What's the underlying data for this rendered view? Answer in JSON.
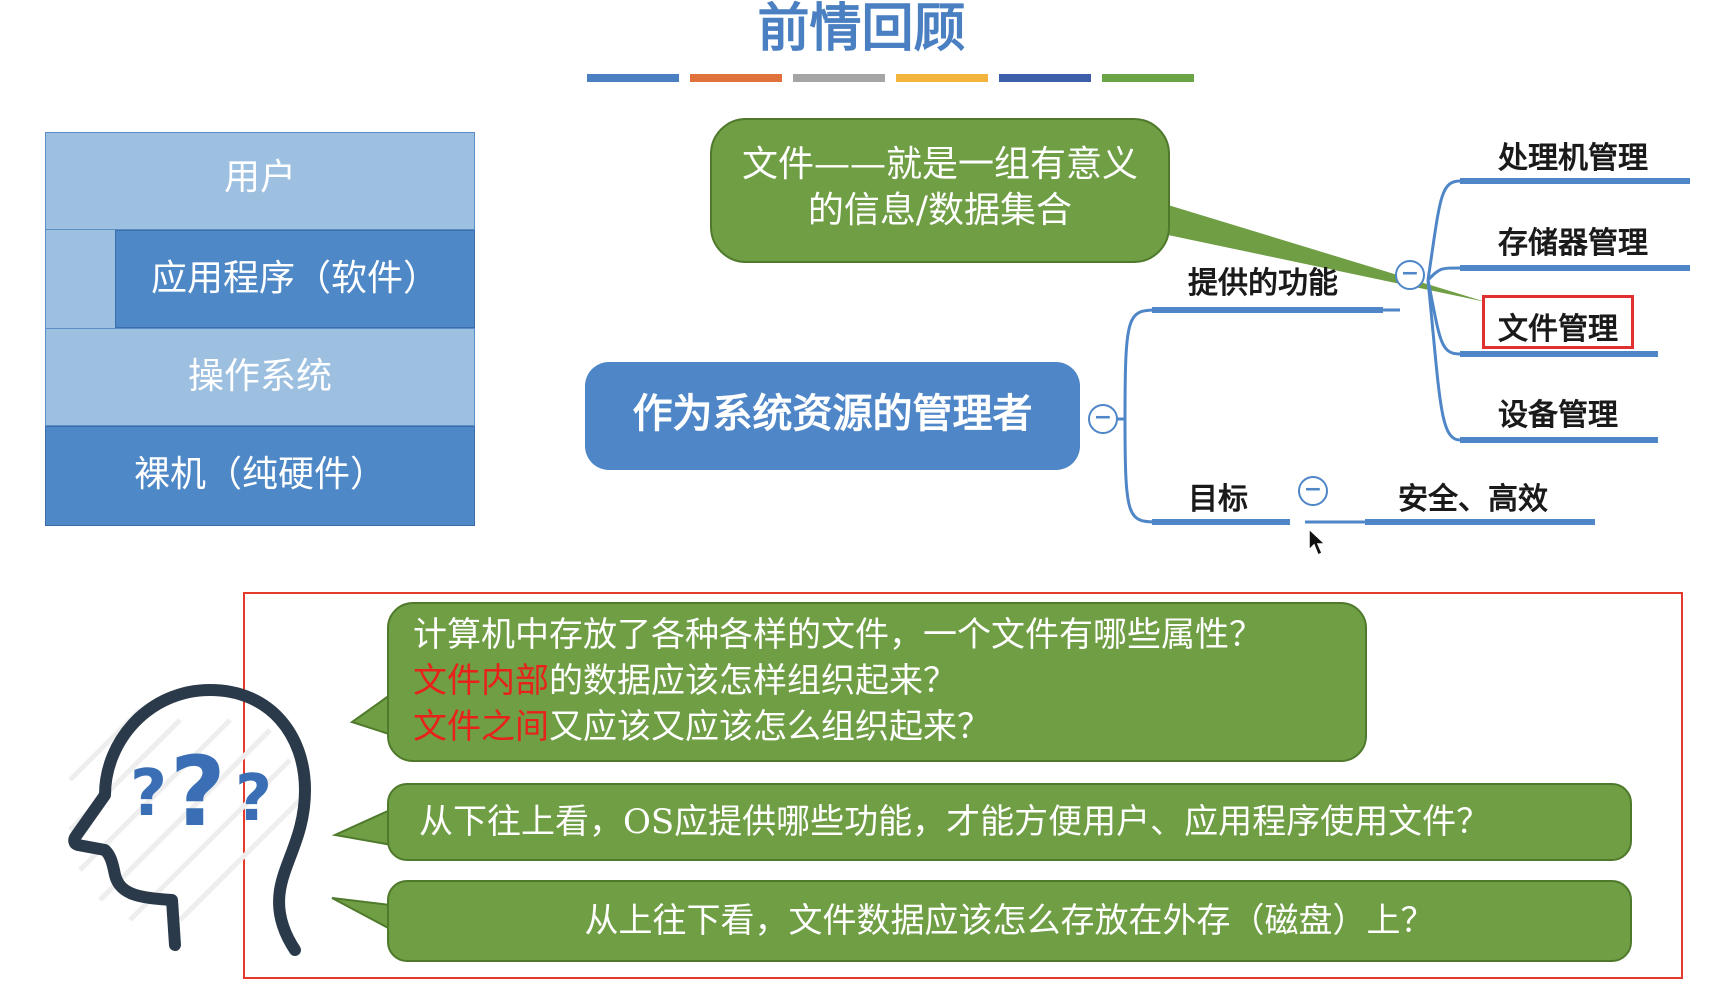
{
  "title": "前情回顾",
  "title_bar_colors": [
    "#4a7fc1",
    "#e0733c",
    "#a5a5a5",
    "#f2b43c",
    "#3d5ea8",
    "#6aa445"
  ],
  "os_layers": {
    "user": "用户",
    "app": "应用程序（软件）",
    "os": "操作系统",
    "hardware": "裸机（纯硬件）"
  },
  "mind_map": {
    "central": "作为系统资源的管理者",
    "callout": [
      "文件——就是一组有意义",
      "的信息/数据集合"
    ],
    "branch_functions": "提供的功能",
    "functions": [
      "处理机管理",
      "存储器管理",
      "文件管理",
      "设备管理"
    ],
    "highlighted_function": "文件管理",
    "branch_goal": "目标",
    "goal_value": "安全、高效",
    "collapse_symbol": "−"
  },
  "questions": {
    "q1_line1": "计算机中存放了各种各样的文件，一个文件有哪些属性？",
    "q1_line2_red": "文件内部",
    "q1_line2_rest": "的数据应该怎样组织起来？",
    "q1_line3_red": "文件之间",
    "q1_line3_rest": "又应该又应该怎么组织起来？",
    "q2": "从下往上看，OS应提供哪些功能，才能方便用户、应用程序使用文件？",
    "q3": "从上往下看，文件数据应该怎么存放在外存（磁盘）上？",
    "figure_glyphs": [
      "?",
      "?",
      "?"
    ]
  },
  "colors": {
    "accent_blue": "#4e86c8",
    "bubble_green": "#6f9e45",
    "highlight_red": "#e53a2a"
  }
}
